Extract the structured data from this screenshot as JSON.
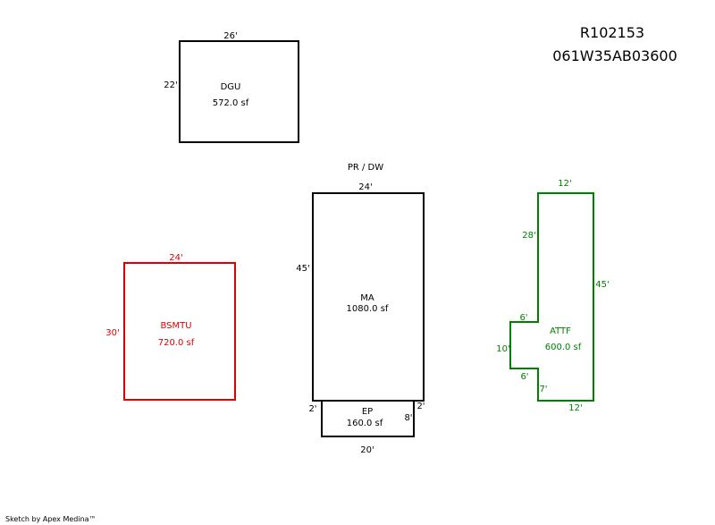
{
  "header": {
    "parcel_id": "R102153",
    "map_number": "061W35AB03600"
  },
  "colors": {
    "default": "#000000",
    "basement": "#dd0000",
    "attached": "#008000"
  },
  "drawing": {
    "pr_dw_label": "PR / DW",
    "dgu": {
      "name": "DGU",
      "area": "572.0 sf",
      "dims": {
        "top": "26'",
        "left": "22'"
      }
    },
    "bsmtu": {
      "name": "BSMTU",
      "area": "720.0 sf",
      "dims": {
        "top": "24'",
        "left": "30'"
      }
    },
    "ma": {
      "name": "MA",
      "area": "1080.0 sf",
      "dims": {
        "top": "24'",
        "left": "45'"
      }
    },
    "ep": {
      "name": "EP",
      "area": "160.0 sf",
      "dims": {
        "left_step": "2'",
        "right_step": "2'",
        "right": "8'",
        "bottom": "20'"
      }
    },
    "attf": {
      "name": "ATTF",
      "area": "600.0 sf",
      "dims": {
        "top": "12'",
        "upper_left": "28'",
        "right": "45'",
        "notch_top": "6'",
        "notch_side": "10'",
        "notch_bottom": "6'",
        "lower_left": "7'",
        "bottom": "12'"
      }
    }
  },
  "footer": {
    "credit": "Sketch by Apex Medina™"
  }
}
